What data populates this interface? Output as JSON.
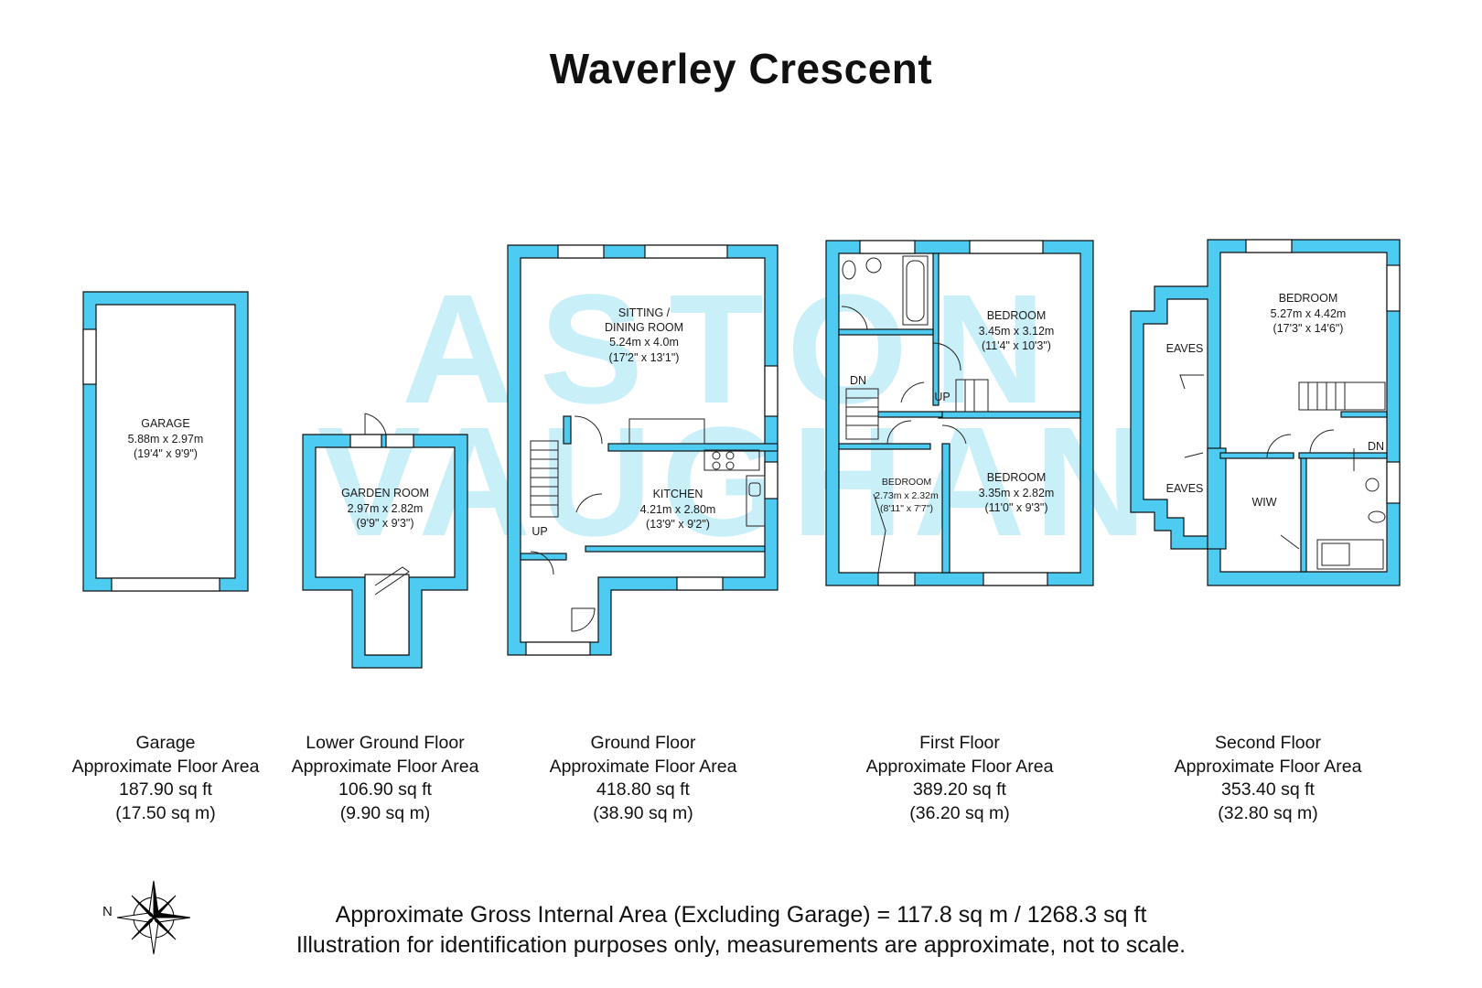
{
  "title": "Waverley Crescent",
  "colors": {
    "wall": "#4ecbf0",
    "wall_edge": "#111111",
    "watermark": "#9ee2f4"
  },
  "watermark": {
    "line1": "ASTON",
    "line2": "VAUGHAN"
  },
  "rooms": {
    "garage": {
      "name": "GARAGE",
      "size_m": "5.88m x 2.97m",
      "size_ft": "(19'4\" x 9'9\")"
    },
    "garden_room": {
      "name": "GARDEN ROOM",
      "size_m": "2.97m x 2.82m",
      "size_ft": "(9'9\" x 9'3\")"
    },
    "sitting_room": {
      "name1": "SITTING /",
      "name2": "DINING ROOM",
      "size_m": "5.24m x 4.0m",
      "size_ft": "(17'2\" x 13'1\")"
    },
    "kitchen": {
      "name": "KITCHEN",
      "size_m": "4.21m x 2.80m",
      "size_ft": "(13'9\" x 9'2\")"
    },
    "bedroom_ff_a": {
      "name": "BEDROOM",
      "size_m": "3.45m x 3.12m",
      "size_ft": "(11'4\" x 10'3\")"
    },
    "bedroom_ff_b": {
      "name": "BEDROOM",
      "size_m": "2.73m x 2.32m",
      "size_ft": "(8'11\" x 7'7\")"
    },
    "bedroom_ff_c": {
      "name": "BEDROOM",
      "size_m": "3.35m x 2.82m",
      "size_ft": "(11'0\" x 9'3\")"
    },
    "bedroom_sf": {
      "name": "BEDROOM",
      "size_m": "5.27m x 4.42m",
      "size_ft": "(17'3\" x 14'6\")"
    },
    "eaves_top": "EAVES",
    "eaves_bottom": "EAVES",
    "wiw": "WIW",
    "up_ground": "UP",
    "up_first": "UP",
    "dn_first": "DN",
    "dn_second": "DN"
  },
  "floors": [
    {
      "name": "Garage",
      "label": "Approximate Floor Area",
      "sqft": "187.90 sq ft",
      "sqm": "(17.50 sq m)"
    },
    {
      "name": "Lower Ground Floor",
      "label": "Approximate Floor Area",
      "sqft": "106.90 sq ft",
      "sqm": "(9.90 sq m)"
    },
    {
      "name": "Ground Floor",
      "label": "Approximate Floor Area",
      "sqft": "418.80 sq ft",
      "sqm": "(38.90 sq m)"
    },
    {
      "name": "First Floor",
      "label": "Approximate Floor Area",
      "sqft": "389.20 sq ft",
      "sqm": "(36.20 sq m)"
    },
    {
      "name": "Second Floor",
      "label": "Approximate Floor Area",
      "sqft": "353.40 sq ft",
      "sqm": "(32.80 sq m)"
    }
  ],
  "footer": {
    "line1": "Approximate Gross Internal Area (Excluding Garage) = 117.8 sq m / 1268.3 sq ft",
    "line2": "Illustration for identification purposes only, measurements are approximate, not to scale."
  },
  "compass": {
    "north_label": "N",
    "icon": "compass-rose-icon"
  }
}
